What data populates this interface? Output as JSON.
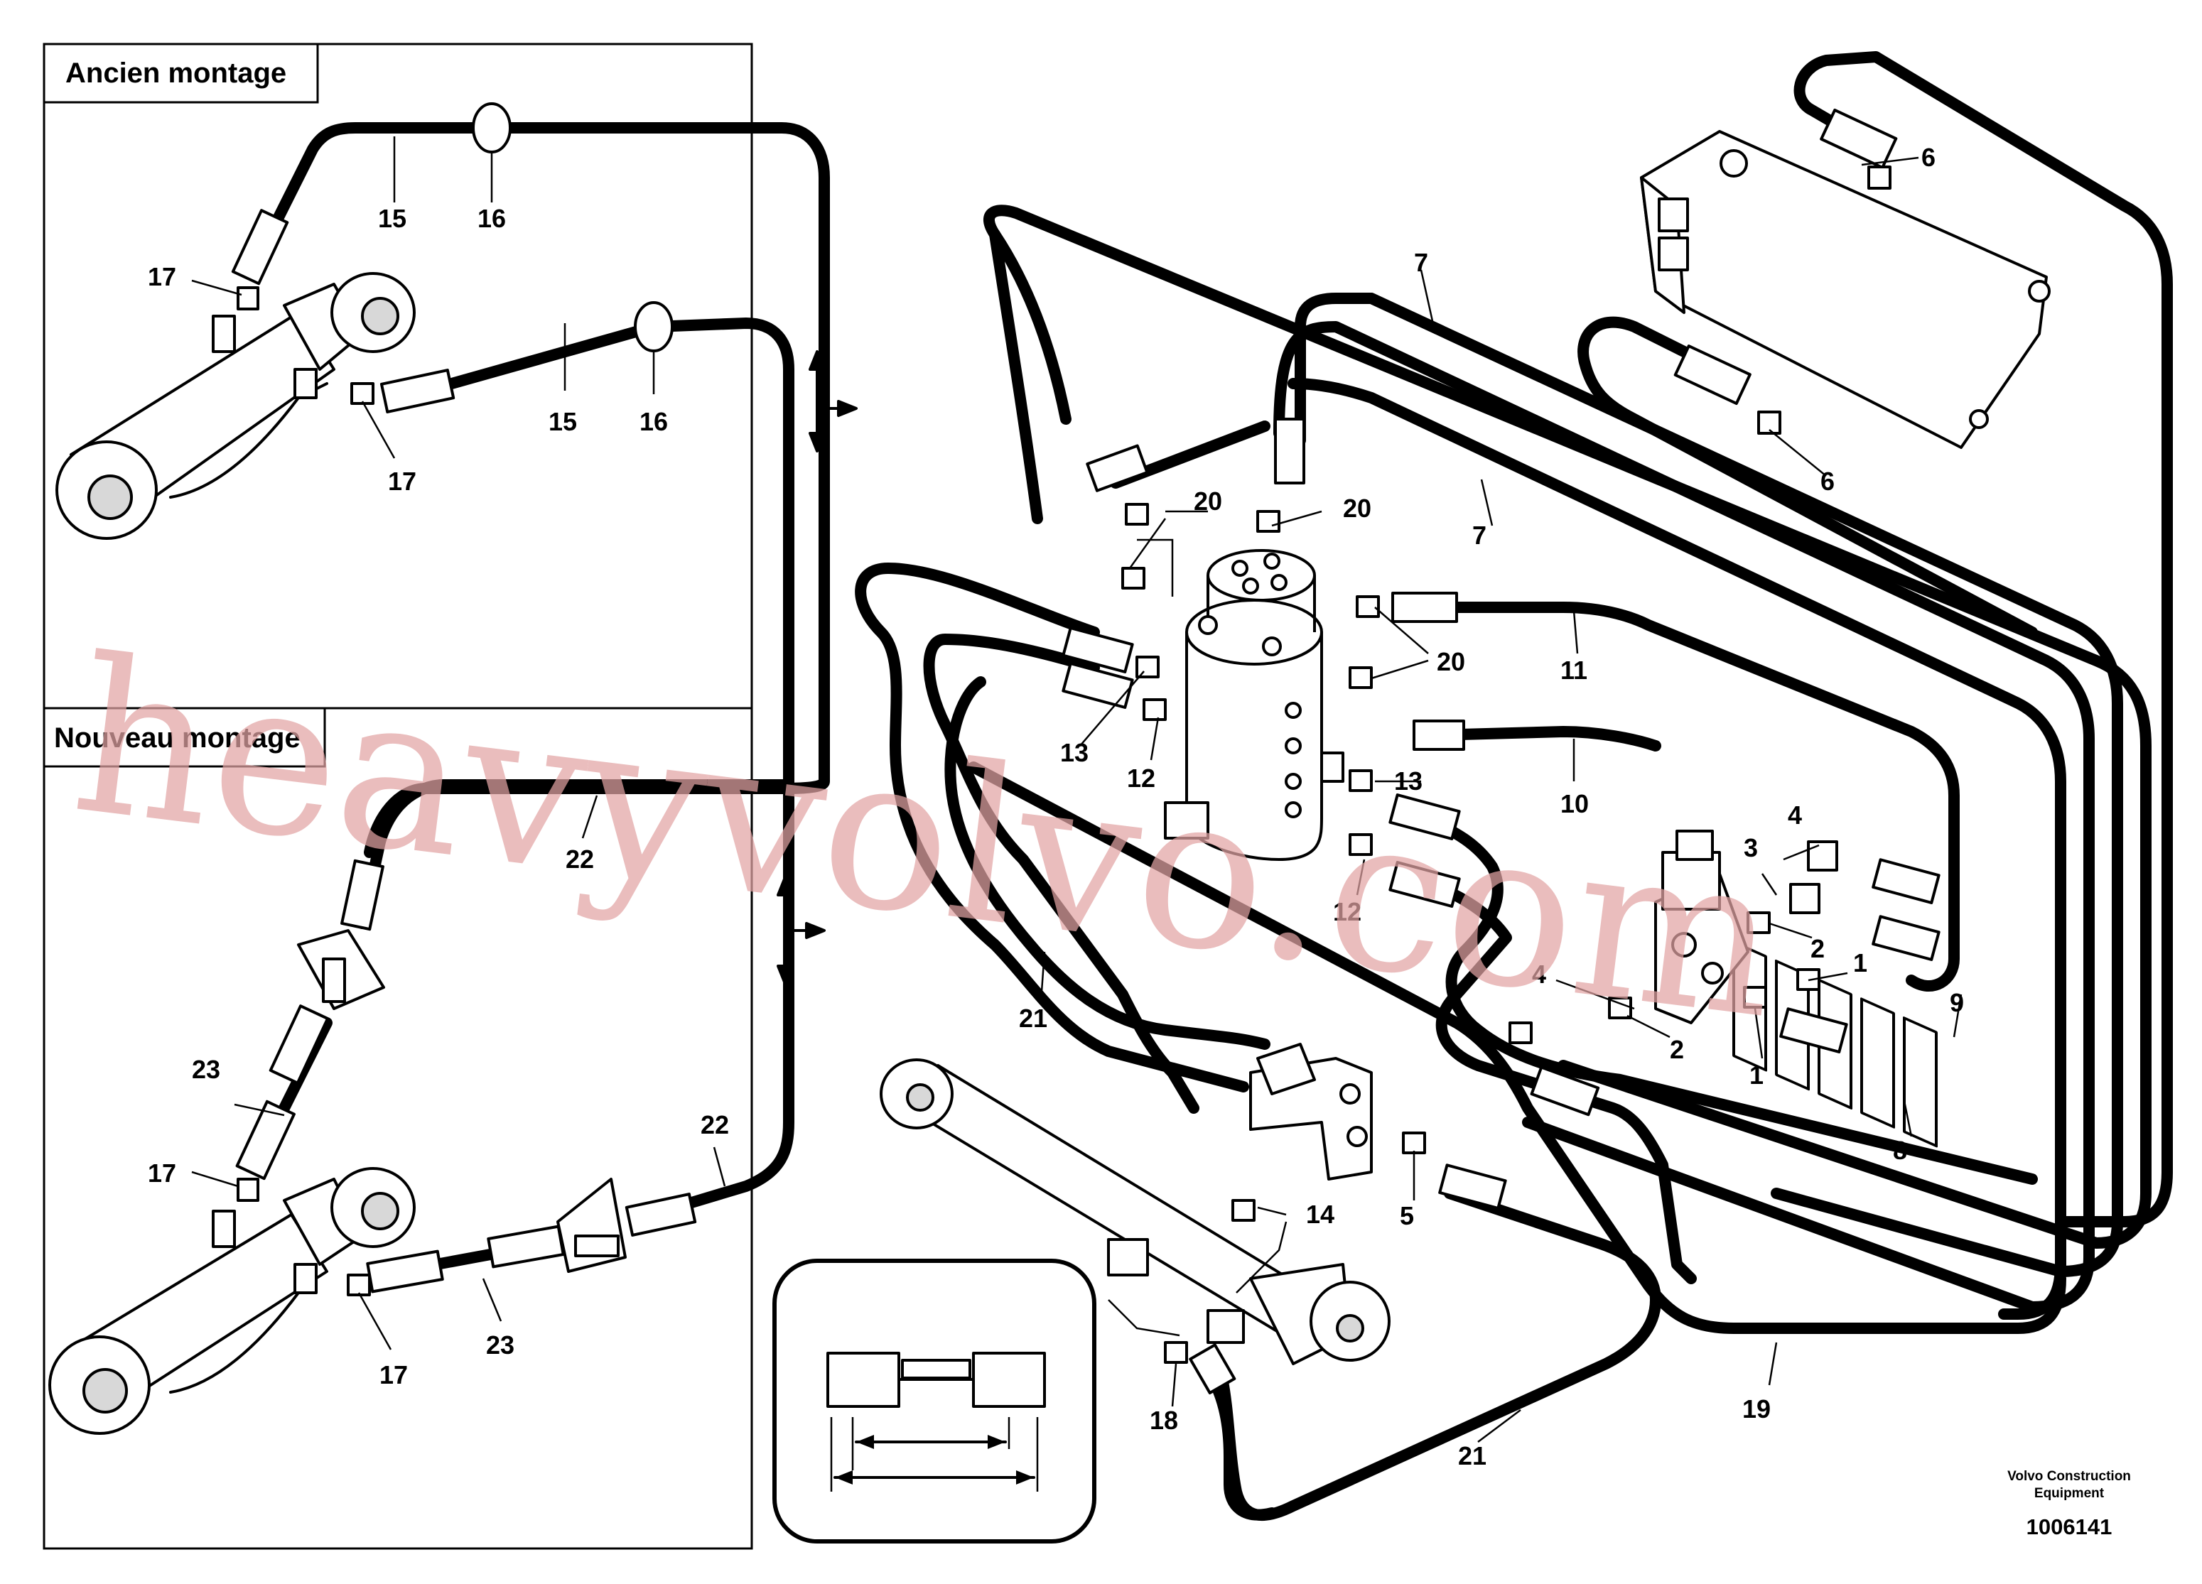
{
  "panels": {
    "old_assembly_title": "Ancien montage",
    "new_assembly_title": "Nouveau montage"
  },
  "callouts": {
    "c1": "1",
    "c2": "2",
    "c3": "3",
    "c4": "4",
    "c5": "5",
    "c6": "6",
    "c7": "7",
    "c8": "8",
    "c9": "9",
    "c10": "10",
    "c11": "11",
    "c12": "12",
    "c13": "13",
    "c14": "14",
    "c15": "15",
    "c16": "16",
    "c17": "17",
    "c18": "18",
    "c19": "19",
    "c20": "20",
    "c21": "21",
    "c22": "22",
    "c23": "23"
  },
  "footer": {
    "company_line1": "Volvo Construction",
    "company_line2": "Equipment",
    "drawing_number": "1006141"
  },
  "watermark": "heavyvolvo.com",
  "colors": {
    "line": "#000000",
    "watermark": "#e2a4a4",
    "background": "#ffffff"
  }
}
